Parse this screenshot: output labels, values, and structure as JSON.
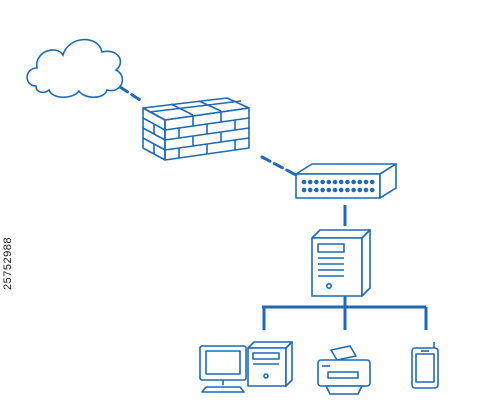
{
  "diagram": {
    "stroke_color": "#1f6ab4",
    "nodes": [
      {
        "id": "cloud",
        "icon": "cloud-icon"
      },
      {
        "id": "firewall",
        "icon": "brick-wall-icon"
      },
      {
        "id": "switch",
        "icon": "network-switch-icon"
      },
      {
        "id": "server",
        "icon": "tower-server-icon"
      },
      {
        "id": "workstation",
        "icon": "desktop-computer-icon"
      },
      {
        "id": "printer",
        "icon": "printer-icon"
      },
      {
        "id": "phone",
        "icon": "mobile-phone-icon"
      }
    ],
    "edges": [
      [
        "cloud",
        "firewall"
      ],
      [
        "firewall",
        "switch"
      ],
      [
        "switch",
        "server"
      ],
      [
        "server",
        "workstation"
      ],
      [
        "server",
        "printer"
      ],
      [
        "server",
        "phone"
      ]
    ]
  },
  "watermark": {
    "stock_id": "25752988"
  }
}
